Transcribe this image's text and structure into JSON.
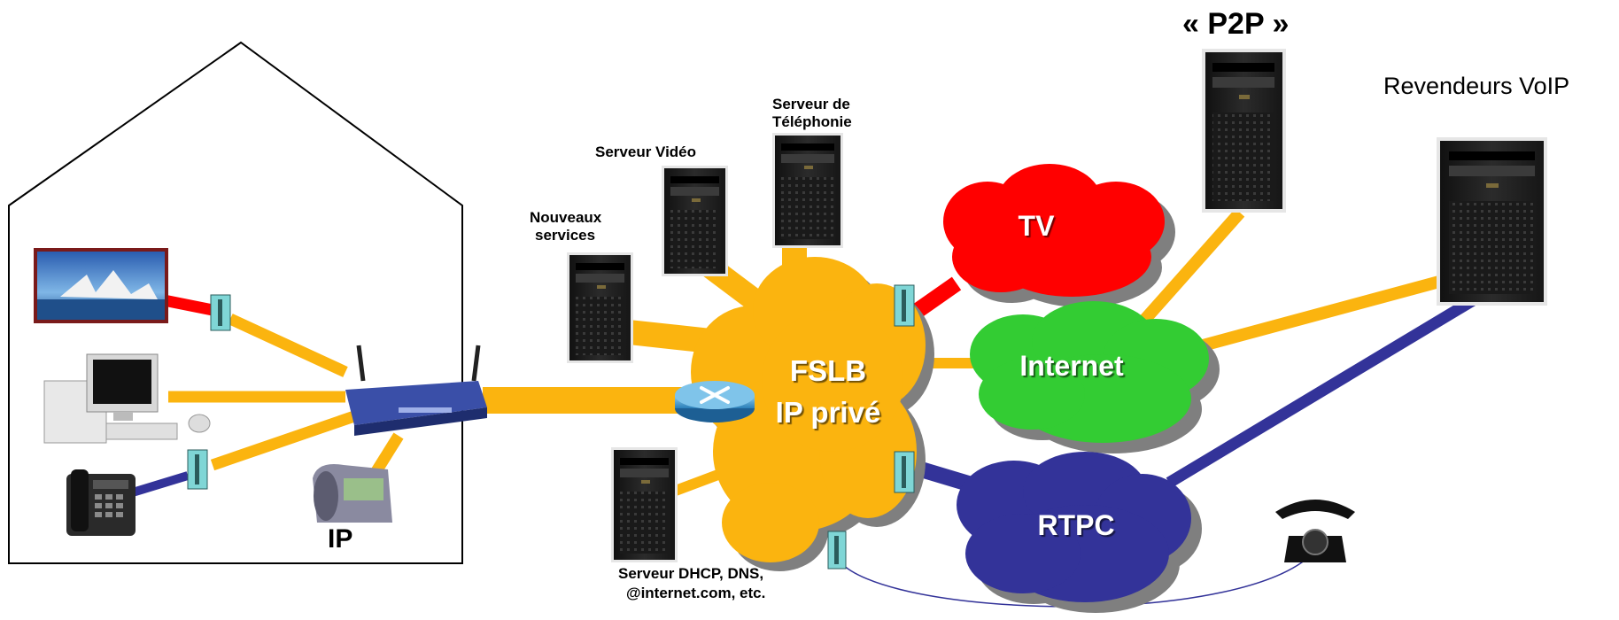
{
  "labels": {
    "p2p": "« P2P »",
    "revendeurs": "Revendeurs VoIP",
    "serveur_telephonie_line1": "Serveur de",
    "serveur_telephonie_line2": "Téléphonie",
    "serveur_video": "Serveur Vidéo",
    "nouveaux_line1": "Nouveaux",
    "nouveaux_line2": "services",
    "dhcp_line1": "Serveur DHCP, DNS,",
    "dhcp_line2": "@internet.com, etc.",
    "ip_phone": "IP"
  },
  "clouds": {
    "fslb_line1": "FSLB",
    "fslb_line2": "IP privé",
    "tv": "TV",
    "internet": "Internet",
    "rtpc": "RTPC"
  },
  "colors": {
    "link_ip": "#FBB40F",
    "link_video": "#FF0000",
    "link_phone": "#333399",
    "cloud_fslb": "#FBB40F",
    "cloud_tv": "#FF0000",
    "cloud_internet": "#33CC33",
    "cloud_rtpc": "#333399",
    "adapter": "#7FD6D6"
  }
}
